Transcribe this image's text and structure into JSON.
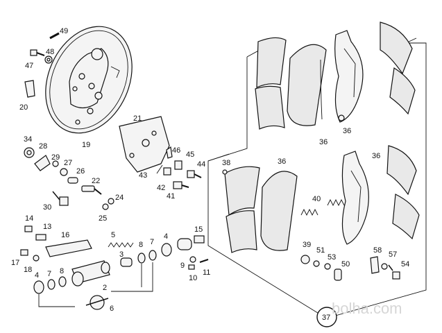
{
  "diagram": {
    "labels": {
      "p49": "49",
      "p48": "48",
      "p47": "47",
      "p20": "20",
      "p19": "19",
      "p21": "21",
      "p34": "34",
      "p28": "28",
      "p29": "29",
      "p27": "27",
      "p26": "26",
      "p22": "22",
      "p24": "24",
      "p25": "25",
      "p30": "30",
      "p46": "46",
      "p45": "45",
      "p44": "44",
      "p43": "43",
      "p42": "42",
      "p41": "41",
      "p38": "38",
      "p36a": "36",
      "p36b": "36",
      "p36c": "36",
      "p36d": "36",
      "p40": "40",
      "p39": "39",
      "p51": "51",
      "p53": "53",
      "p50": "50",
      "p58": "58",
      "p57": "57",
      "p54": "54",
      "p37": "37",
      "p14": "14",
      "p13": "13",
      "p16": "16",
      "p5": "5",
      "p15": "15",
      "p17": "17",
      "p18": "18",
      "p4a": "4",
      "p7a": "7",
      "p8a": "8",
      "p3": "3",
      "p8b": "8",
      "p7b": "7",
      "p4b": "4",
      "p9": "9",
      "p10": "10",
      "p11": "11",
      "p2": "2",
      "p6": "6"
    },
    "watermark": "bolha.com"
  }
}
